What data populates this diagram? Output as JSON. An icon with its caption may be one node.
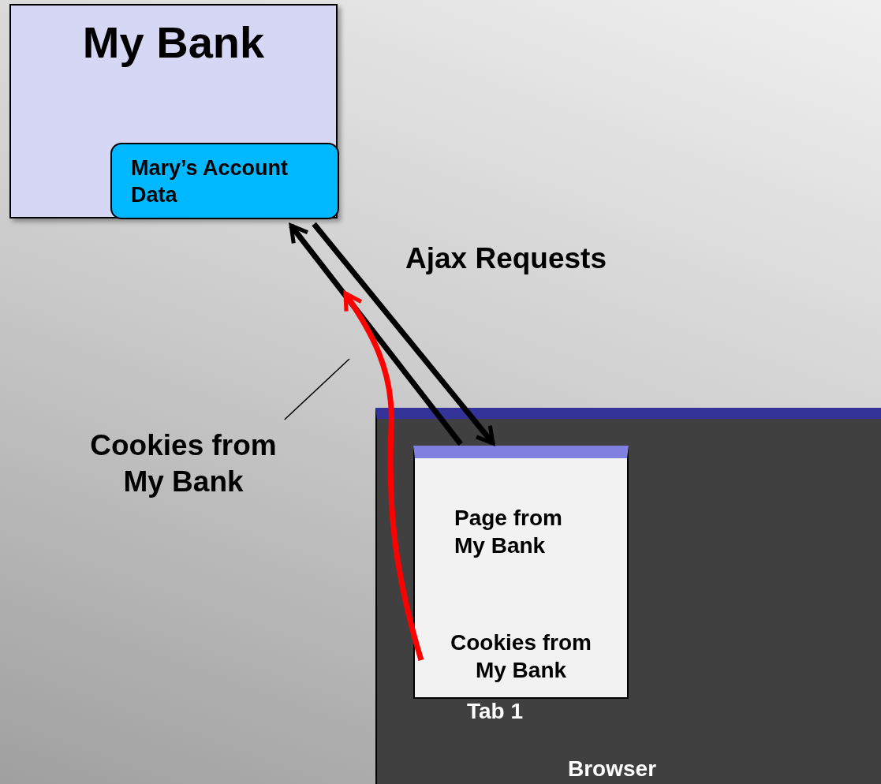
{
  "diagram": {
    "nodes": [
      {
        "text": [
          "My Bank"
        ]
      },
      {
        "text": [
          "Mary’s Account Data"
        ],
        "in": 0
      },
      {
        "text": [
          "Browser"
        ]
      },
      {
        "text": [
          "Page from My Bank",
          "Tab 1"
        ],
        "in": 2
      },
      {
        "text": [
          "Cookies from My Bank"
        ],
        "in": 3
      },
      {
        "text": [
          "Cookies from My Bank"
        ]
      }
    ],
    "edges": [
      {
        "from": 3,
        "to": 1,
        "arrow": "to"
      },
      {
        "from": 1,
        "to": 3,
        "arrow": "to"
      },
      {
        "from": 4,
        "to": null,
        "arrow": "to",
        "color": "#ff0000"
      },
      {
        "from": 5,
        "to": null,
        "arrow": "none"
      }
    ],
    "labels": [
      "Ajax Requests"
    ]
  }
}
